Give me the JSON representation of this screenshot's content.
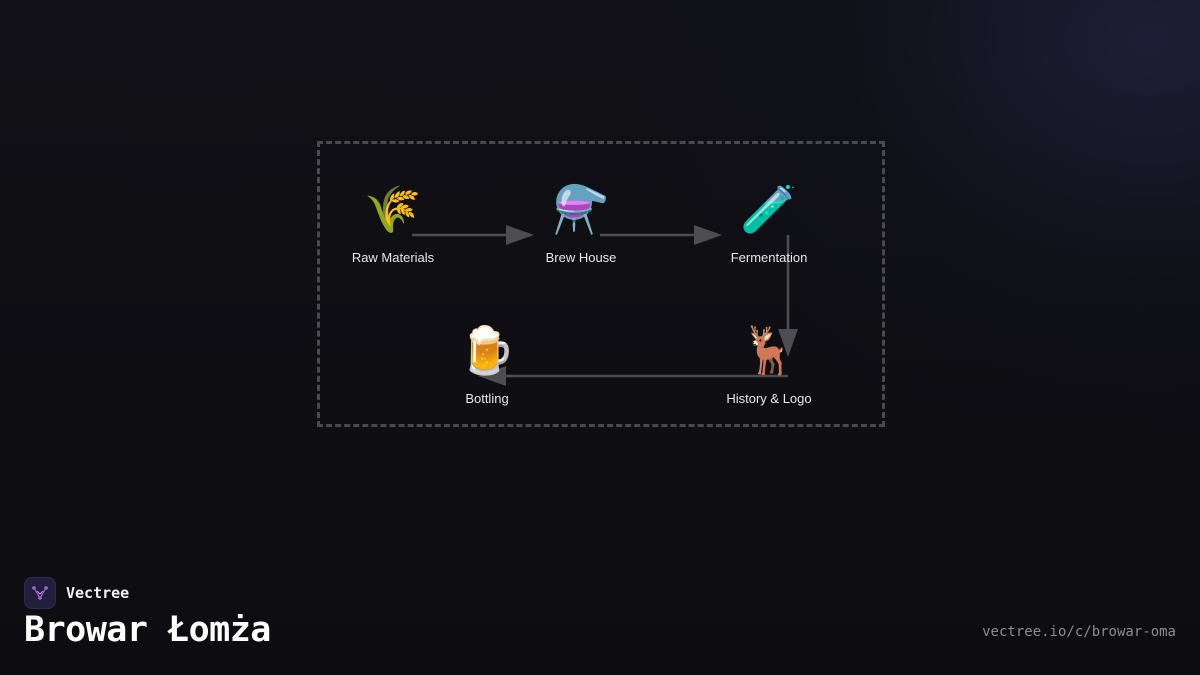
{
  "diagram": {
    "nodes": [
      {
        "id": "raw-materials",
        "icon": "wheat-icon",
        "glyph": "🌾",
        "label": "Raw Materials"
      },
      {
        "id": "brew-house",
        "icon": "flask-icon",
        "glyph": "⚗️",
        "label": "Brew House"
      },
      {
        "id": "fermentation",
        "icon": "test-tube-icon",
        "glyph": "🧪",
        "label": "Fermentation"
      },
      {
        "id": "history-logo",
        "icon": "deer-icon",
        "glyph": "🦌",
        "label": "History & Logo"
      },
      {
        "id": "bottling",
        "icon": "beer-mug-icon",
        "glyph": "🍺",
        "label": "Bottling"
      }
    ],
    "edges": [
      {
        "from": "raw-materials",
        "to": "brew-house"
      },
      {
        "from": "brew-house",
        "to": "fermentation"
      },
      {
        "from": "fermentation",
        "to": "history-logo"
      },
      {
        "from": "history-logo",
        "to": "bottling"
      }
    ],
    "colors": {
      "edge": "#4d4d50",
      "frame": "#4a4a4e",
      "label": "#e8e8ea"
    }
  },
  "brand": {
    "name": "Vectree",
    "logo_icon": "vectree-logo-icon",
    "accent": "#b06ad8"
  },
  "title": "Browar Łomża",
  "url": "vectree.io/c/browar-oma"
}
